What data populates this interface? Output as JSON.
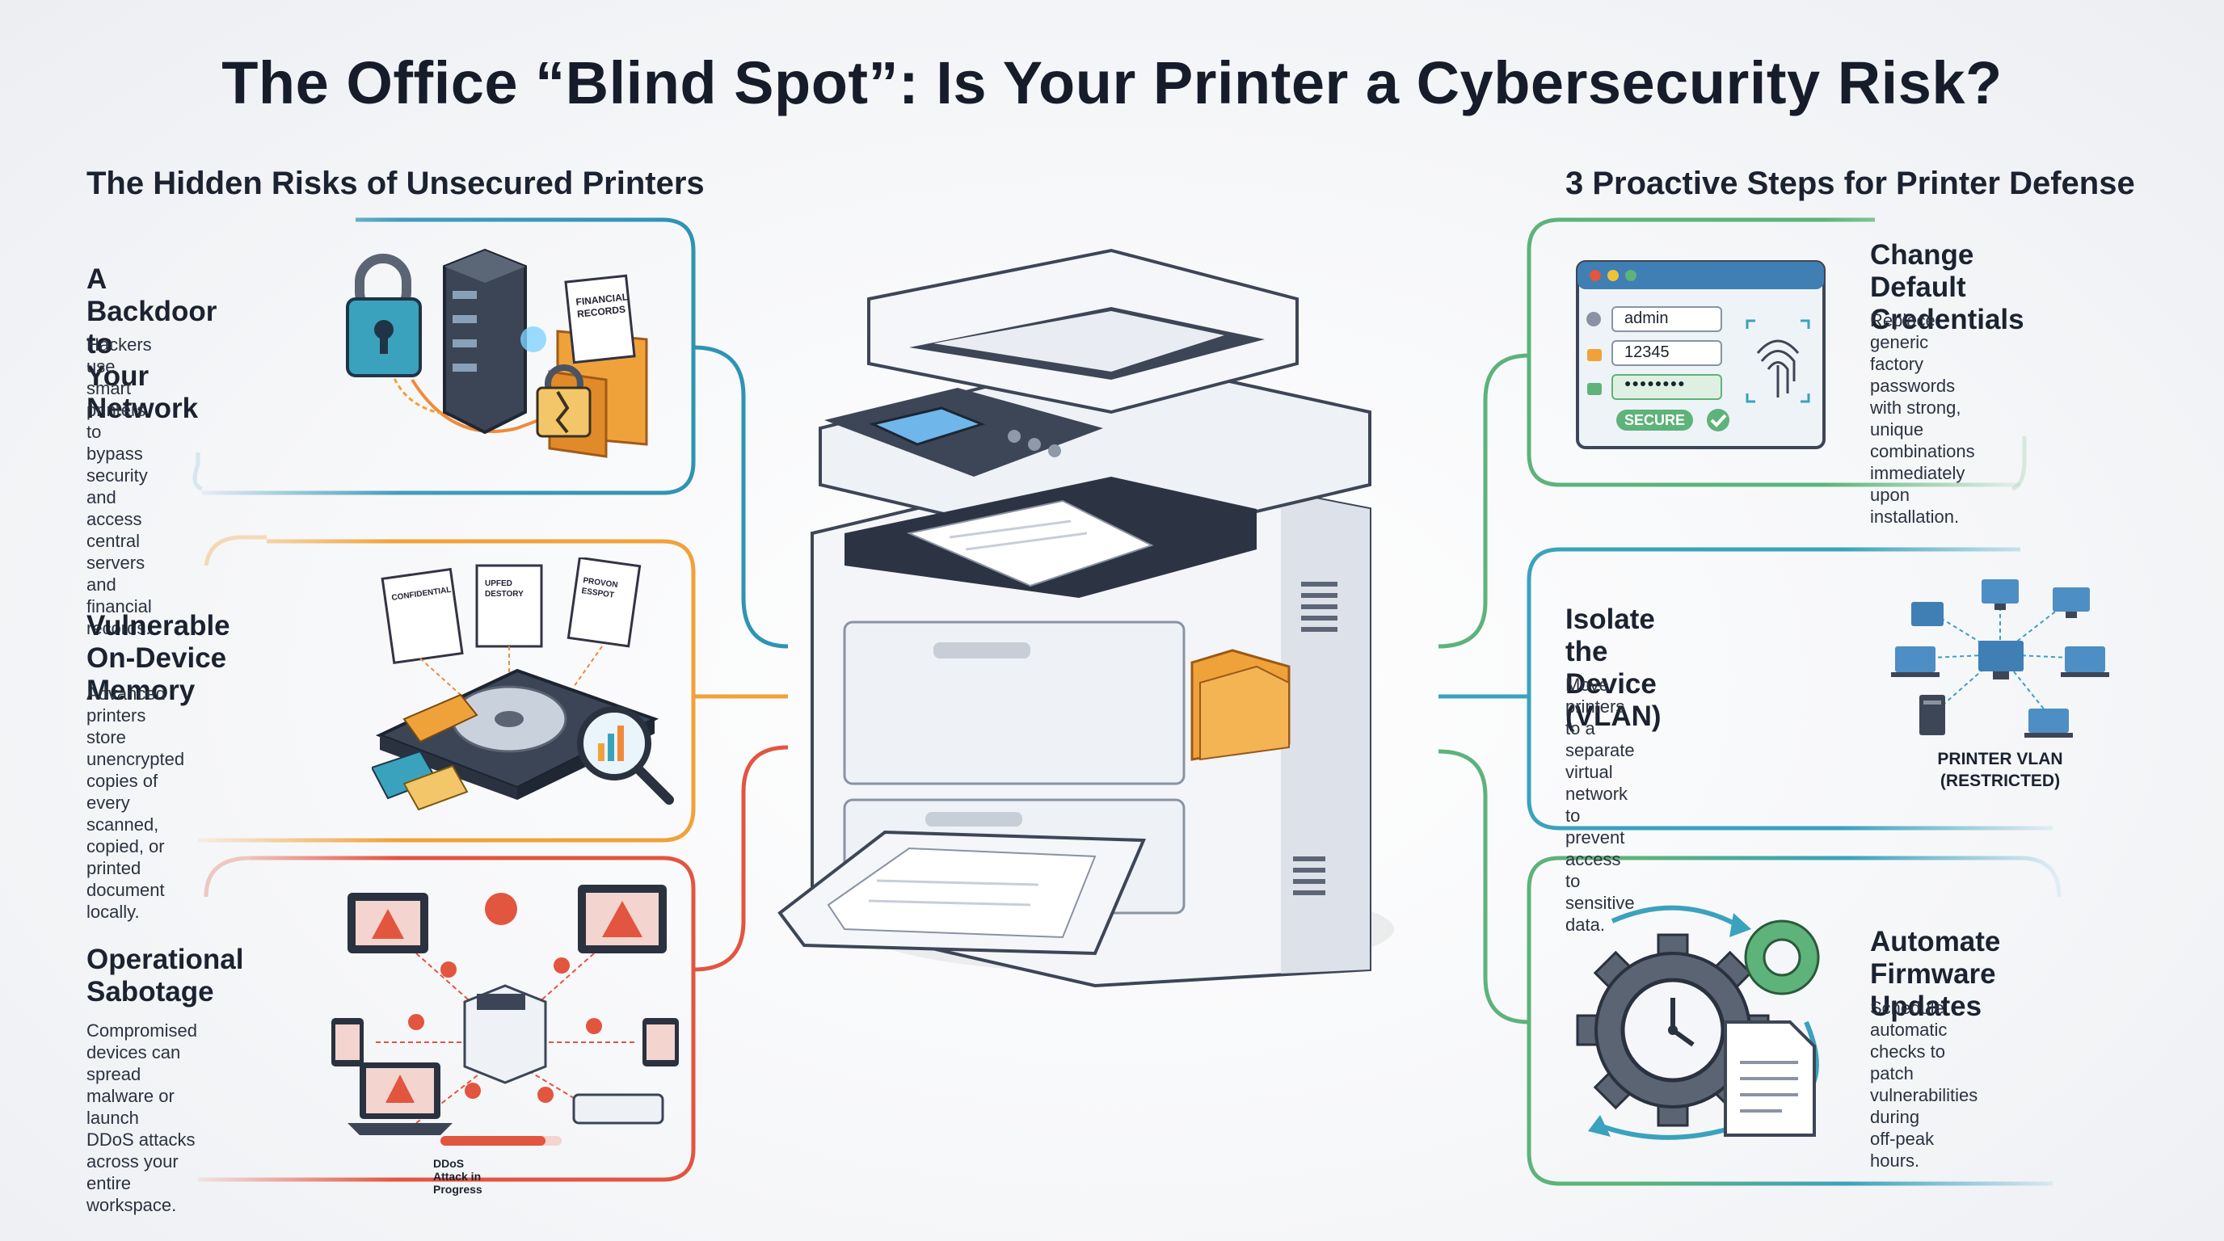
{
  "title": "The Office “Blind Spot”: Is Your Printer a Cybersecurity Risk?",
  "left": {
    "heading": "The Hidden Risks of Unsecured Printers",
    "cards": [
      {
        "title_line1": "A Backdoor to",
        "title_line2": "Your Network",
        "body": [
          "Hackers use smart printers",
          "to bypass security and",
          "access central servers",
          "and financial records."
        ],
        "doc_label": "FINANCIAL RECORDS"
      },
      {
        "title_line1": "Vulnerable",
        "title_line2": "On-Device Memory",
        "body": [
          "Advanced printers store",
          "unencrypted copies of every",
          "scanned, copied, or printed",
          "document locally."
        ],
        "doc_labels": [
          "CONFIDENTIAL",
          "UPFED DESTORY",
          "PROVON ESSPOT"
        ]
      },
      {
        "title_line1": "Operational",
        "title_line2": "Sabotage",
        "body": [
          "Compromised devices can",
          "spread malware or launch",
          "DDoS attacks across your",
          "entire workspace."
        ],
        "ddos_label": "DDoS Attack in Progress"
      }
    ]
  },
  "right": {
    "heading": "3 Proactive Steps for Printer Defense",
    "cards": [
      {
        "title_line1": "Change Default",
        "title_line2": "Credentials",
        "body": [
          "Replace generic factory",
          "passwords with strong, unique",
          "combinations immediately upon",
          "installation."
        ],
        "login": {
          "user": "admin",
          "pass_weak": "12345",
          "pass_strong": "●●●●●●●●",
          "badge": "SECURE"
        }
      },
      {
        "title_line1": "Isolate the Device",
        "title_line2": "(VLAN)",
        "body": [
          "Move printers to a separate",
          "virtual network to prevent",
          "access to sensitive data."
        ],
        "vlan_line1": "PRINTER VLAN",
        "vlan_line2": "(RESTRICTED)"
      },
      {
        "title_line1": "Automate",
        "title_line2": "Firmware Updates",
        "body": [
          "Schedule automatic checks to",
          "patch vulnerabilities during",
          "off-peak hours."
        ]
      }
    ]
  },
  "icons": {
    "card1": "padlock-server-folder-icon",
    "card2": "hard-drive-documents-icon",
    "card3": "malware-network-icon",
    "card4": "login-fingerprint-icon",
    "card5": "vlan-network-icon",
    "card6": "gear-clock-update-icon",
    "center": "multifunction-printer-icon"
  },
  "colors": {
    "blue": "#2f93b4",
    "orange": "#f0a23a",
    "red": "#e2553f",
    "green": "#5db37a",
    "teal": "#3aa2bd",
    "dark": "#161c2a"
  }
}
